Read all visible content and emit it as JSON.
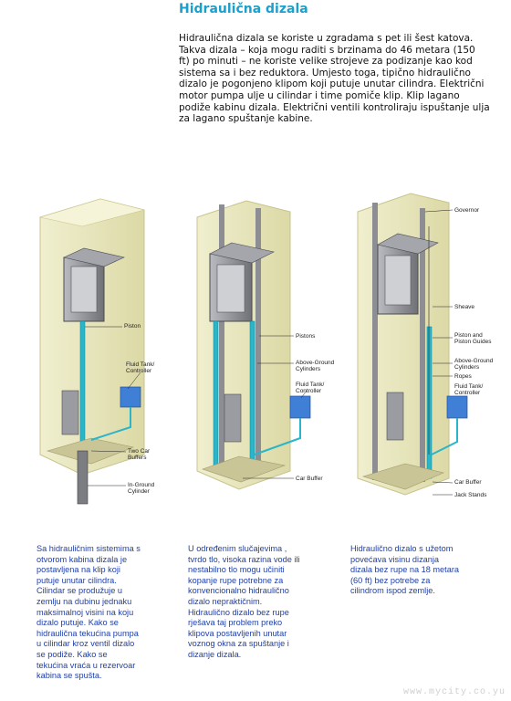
{
  "header": {
    "title": "Hidraulična dizala",
    "intro": "Hidraulična dizala se koriste u zgradama s pet ili šest katova.\nTakva dizala – koja mogu raditi s brzinama do 46 metara (150\nft) po minuti – ne koriste velike strojeve za podizanje kao kod\nsistema sa i bez reduktora. Umjesto toga, tipično hidraulično\ndizalo je pogonjeno klipom koji putuje unutar cilindra. Električni\nmotor pumpa ulje u cilindar i time pomiče klip. Klip lagano\npodiže kabinu dizala. Električni ventili kontroliraju ispuštanje ulja\nza lagano spuštanje kabine."
  },
  "diagrams": [
    {
      "labels": [
        "Piston",
        "Fluid Tank/\nController",
        "Two Car\nBuffers",
        "In-Ground\nCylinder"
      ]
    },
    {
      "labels": [
        "Pistons",
        "Above-Ground\nCylinders",
        "Fluid Tank/\nController",
        "Car Buffer"
      ]
    },
    {
      "labels": [
        "Governor",
        "Sheave",
        "Piston and\nPiston Guides",
        "Above-Ground\nCylinders",
        "Ropes",
        "Fluid Tank/\nController",
        "Car Buffer",
        "Jack Stands"
      ]
    }
  ],
  "captions": [
    "Sa hidrauličnim sistemima s\notvorom kabina dizala je\npostavljena na klip koji\nputuje unutar cilindra.\nCilindar se produžuje u\nzemlju na dubinu jednaku\nmaksimalnoj visini na koju\ndizalo putuje. Kako se\nhidraulična tekućina pumpa\nu cilindar kroz ventil dizalo\nse podiže. Kako se\ntekućina vraća u rezervoar\nkabina se spušta.",
    "U određenim slučajevima ,\ntvrdo tlo, visoka razina vode ili\nnestabilno tlo mogu učiniti\nkopanje rupe potrebne za\nkonvencionalno hidraulično\ndizalo nepraktičnim.\nHidraulično dizalo bez rupe\nrješava taj problem preko\nklipova postavljenih unutar\nvoznog okna za spuštanje i\ndizanje dizala.",
    "Hidraulično dizalo s užetom\npovećava visinu dizanja\ndizala bez rupe na 18 metara\n(60 ft) bez potrebe za\ncilindrom ispod zemlje."
  ],
  "footer": {
    "watermark": "www.mycity.co.yu"
  },
  "colors": {
    "title": "#1aa0cc",
    "caption": "#1f3fa8",
    "shaft": "#e4e2b6",
    "piston": "#2bb5c8",
    "car": "#8a8c92",
    "tank": "#3f7fd6"
  }
}
